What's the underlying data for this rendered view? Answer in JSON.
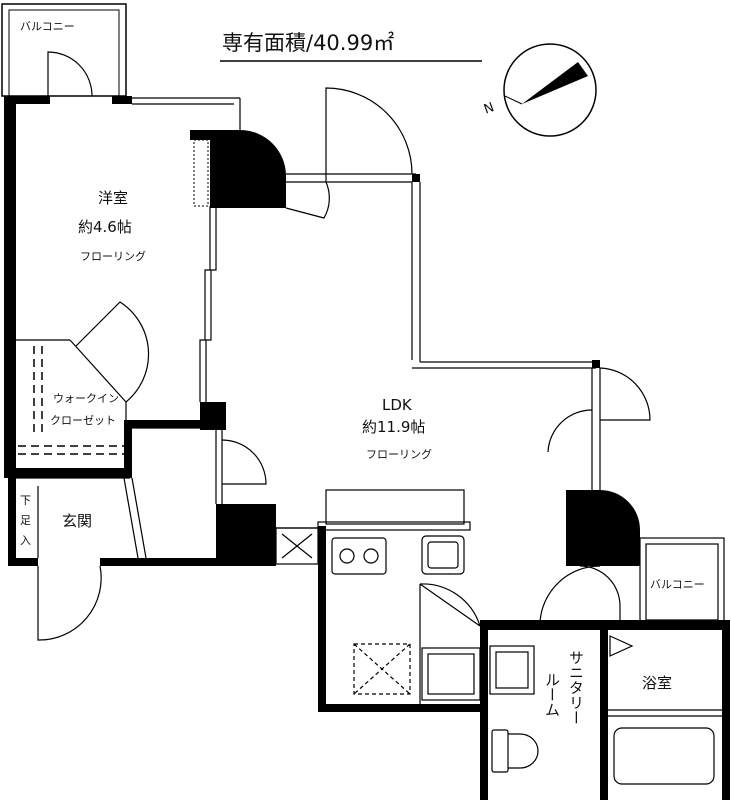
{
  "header": {
    "area_label": "専有面積/40.99㎡"
  },
  "rooms": {
    "western": {
      "name": "洋室",
      "size": "約4.6帖",
      "floor": "フローリング"
    },
    "ldk": {
      "name": "LDK",
      "size": "約11.9帖",
      "floor": "フローリング"
    },
    "walkin": {
      "line1": "ウォークイン",
      "line2": "クローゼット"
    },
    "entrance": {
      "name": "玄関"
    },
    "shoebox": {
      "line1": "下",
      "line2": "足",
      "line3": "入"
    },
    "balcony_top": {
      "name": "バルコニー"
    },
    "balcony_right": {
      "name": "バルコニー"
    },
    "sanitary": {
      "col1": "サニタリー",
      "col2": "ルーム"
    },
    "bath": {
      "name": "浴室"
    }
  },
  "compass": {
    "label": "N"
  },
  "colors": {
    "wall": "#000000",
    "thin_line": "#333333",
    "background": "#ffffff"
  }
}
